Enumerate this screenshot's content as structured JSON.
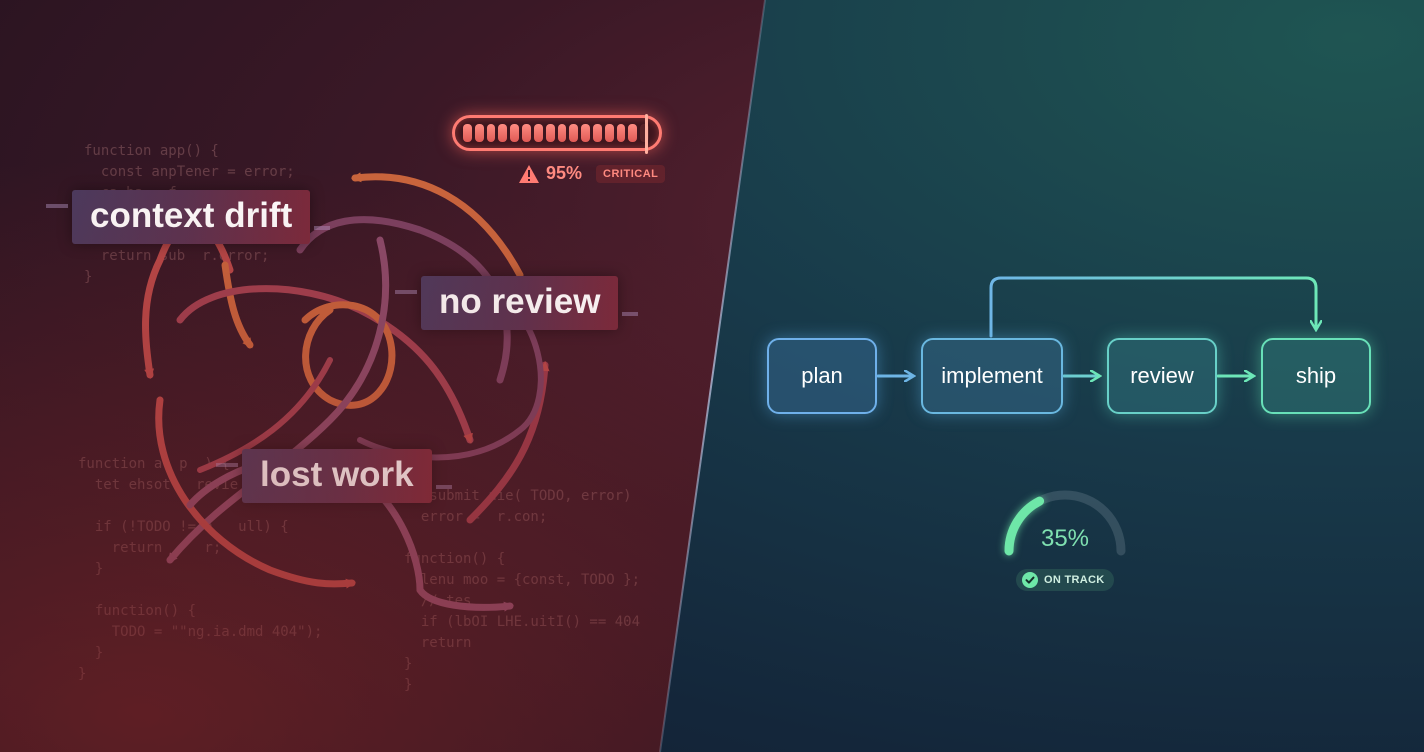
{
  "colors": {
    "left_accent": "#ff7b72",
    "right_accent": "#6ee7a8",
    "node_blue": "#5aa9e6",
    "node_teal": "#5fe0b0"
  },
  "code_blocks": {
    "top": "function app() {\n  const anpTener = error;\n  ca ba.  f\n  \n  \n  return sub  r.error;\n}",
    "middle": "function a  p  ) {\n  tet ehsot   revie\n\n  if (!TODO != n   ull) {\n    return     r;\n  }\n\n  function() {\n    TODO = \"\"ng.ia.dmd 404\");\n  }\n}",
    "right": "   submit aie( TODO, error)\n  error =  r.con;\n\nfunction() {\n  lenu moo = {const, TODO };\n  // tes\n  if (lbOI LHE.uitI() == 404\n  return\n}\n}"
  },
  "labels": {
    "context_drift": "context drift",
    "no_review": "no review",
    "lost_work": "lost work"
  },
  "context_meter": {
    "fill_fraction": 0.95,
    "percent_text": "95%",
    "status": "CRITICAL",
    "icon": "warning-icon"
  },
  "workflow": {
    "steps": [
      "plan",
      "implement",
      "review",
      "ship"
    ],
    "loop": "implement → ship"
  },
  "progress_gauge": {
    "fill_fraction": 0.35,
    "percent_text": "35%",
    "status": "ON TRACK",
    "icon": "check-icon"
  }
}
